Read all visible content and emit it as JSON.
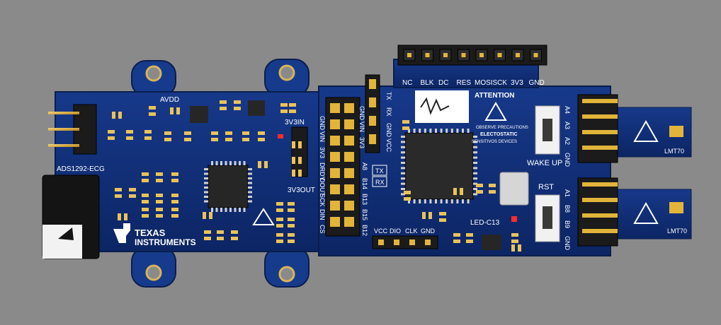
{
  "colors": {
    "background": "#8a8a8a",
    "pcb": "#0f2c6e",
    "pcb_edge": "#0a1e4d",
    "header_plastic": "#1b1b1b",
    "pin_gold": "#e2b43a",
    "smd_pad": "#e9c35a",
    "silkscreen": "#ffffff",
    "led_red": "#ff2b2b"
  },
  "labels": {
    "ecg_chip": "ADS1292-ECG",
    "avdd": "AVDD",
    "v3_in": "3V3IN",
    "v3_out": "3V3OUT",
    "ti_brand_line1": "TEXAS",
    "ti_brand_line2": "INSTRUMENTS",
    "attention_title": "ATTENTION",
    "esd_line1": "OBSERVE PRECAUTIONS",
    "esd_line2": "ELECTOSTATIC",
    "esd_line3": "SENSITIVOS DEVICES",
    "wake_up": "WAKE UP",
    "rst": "RST",
    "led": "LED-C13",
    "tx_box": "TX",
    "rx_box": "RX",
    "temp_sensor_1": "LMT70",
    "temp_sensor_2": "LMT70"
  },
  "lcd_header_pins": [
    "NC",
    "BLK",
    "DC",
    "RES",
    "MOSI",
    "SCK",
    "3V3",
    "GND"
  ],
  "uart_header_pins": [
    "GND",
    "VIN",
    "3V3",
    "TX",
    "RX",
    "GND",
    "VCC"
  ],
  "adc_header_top": [
    "GND",
    "VIN",
    "3V3",
    "DRDY",
    "DOUT",
    "SCK",
    "DIN",
    "CS"
  ],
  "adc_header_bottom": [
    "A8",
    "B14",
    "B13",
    "B15",
    "B12"
  ],
  "swd_header_pins": [
    "VCC",
    "DIO",
    "CLK",
    "GND"
  ],
  "sensor_header_1": [
    "A4",
    "A3",
    "A2",
    "GND"
  ],
  "sensor_header_2": [
    "A1",
    "B8",
    "B9",
    "GND"
  ]
}
